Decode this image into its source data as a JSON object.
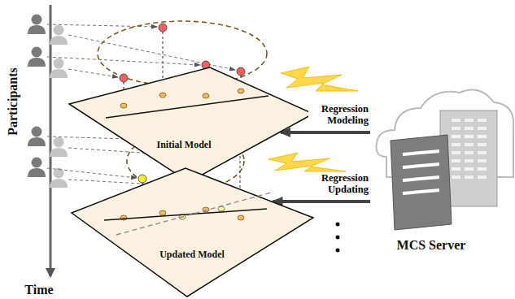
{
  "diagram": {
    "nodes": [
      {
        "text": [
          "Initial Model"
        ]
      },
      {
        "text": [
          "Updated Model"
        ]
      },
      {
        "text": [
          "MCS Server"
        ]
      }
    ],
    "edges": [
      {
        "from": 2,
        "to": 0,
        "arrow": "to",
        "label": "Regression Modeling"
      },
      {
        "from": 2,
        "to": 1,
        "arrow": "to",
        "label": "Regression Updating"
      }
    ],
    "labels": [
      "Participants",
      "Time"
    ]
  }
}
